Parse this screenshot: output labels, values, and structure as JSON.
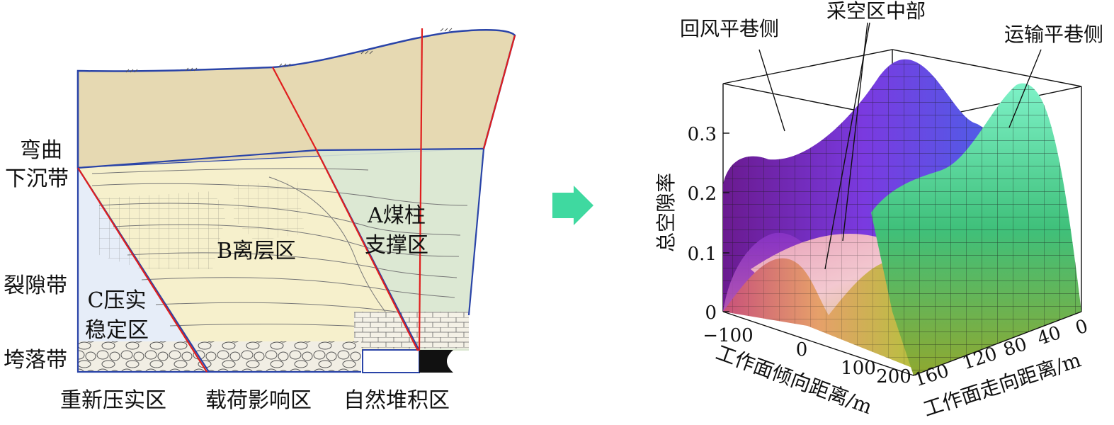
{
  "left_diagram": {
    "zone_labels": {
      "bending_subsidence_line1": "弯曲",
      "bending_subsidence_line2": "下沉带",
      "fracture_zone": "裂隙带",
      "caving_zone": "垮落带"
    },
    "region_labels": {
      "a_line1": "A煤柱",
      "a_line2": "支撑区",
      "b": "B离层区",
      "c_line1": "C压实",
      "c_line2": "稳定区"
    },
    "bottom_labels": {
      "recompaction": "重新压实区",
      "load_influence": "载荷影响区",
      "natural_accumulation": "自然堆积区"
    }
  },
  "arrow": {
    "color": "#3fd9a0"
  },
  "surface_plot": {
    "annotations": {
      "return_airway": "回风平巷侧",
      "goaf_middle": "采空区中部",
      "haulage_airway": "运输平巷侧"
    },
    "z_axis": {
      "label": "总空隙率",
      "ticks": [
        "0",
        "0.1",
        "0.2",
        "0.3"
      ]
    },
    "dip_axis": {
      "label": "工作面倾向距离/m",
      "ticks": [
        "−100",
        "0",
        "100",
        "200"
      ]
    },
    "strike_axis": {
      "label": "工作面走向距离/m",
      "ticks": [
        "160",
        "120",
        "80",
        "40",
        "0"
      ]
    }
  }
}
